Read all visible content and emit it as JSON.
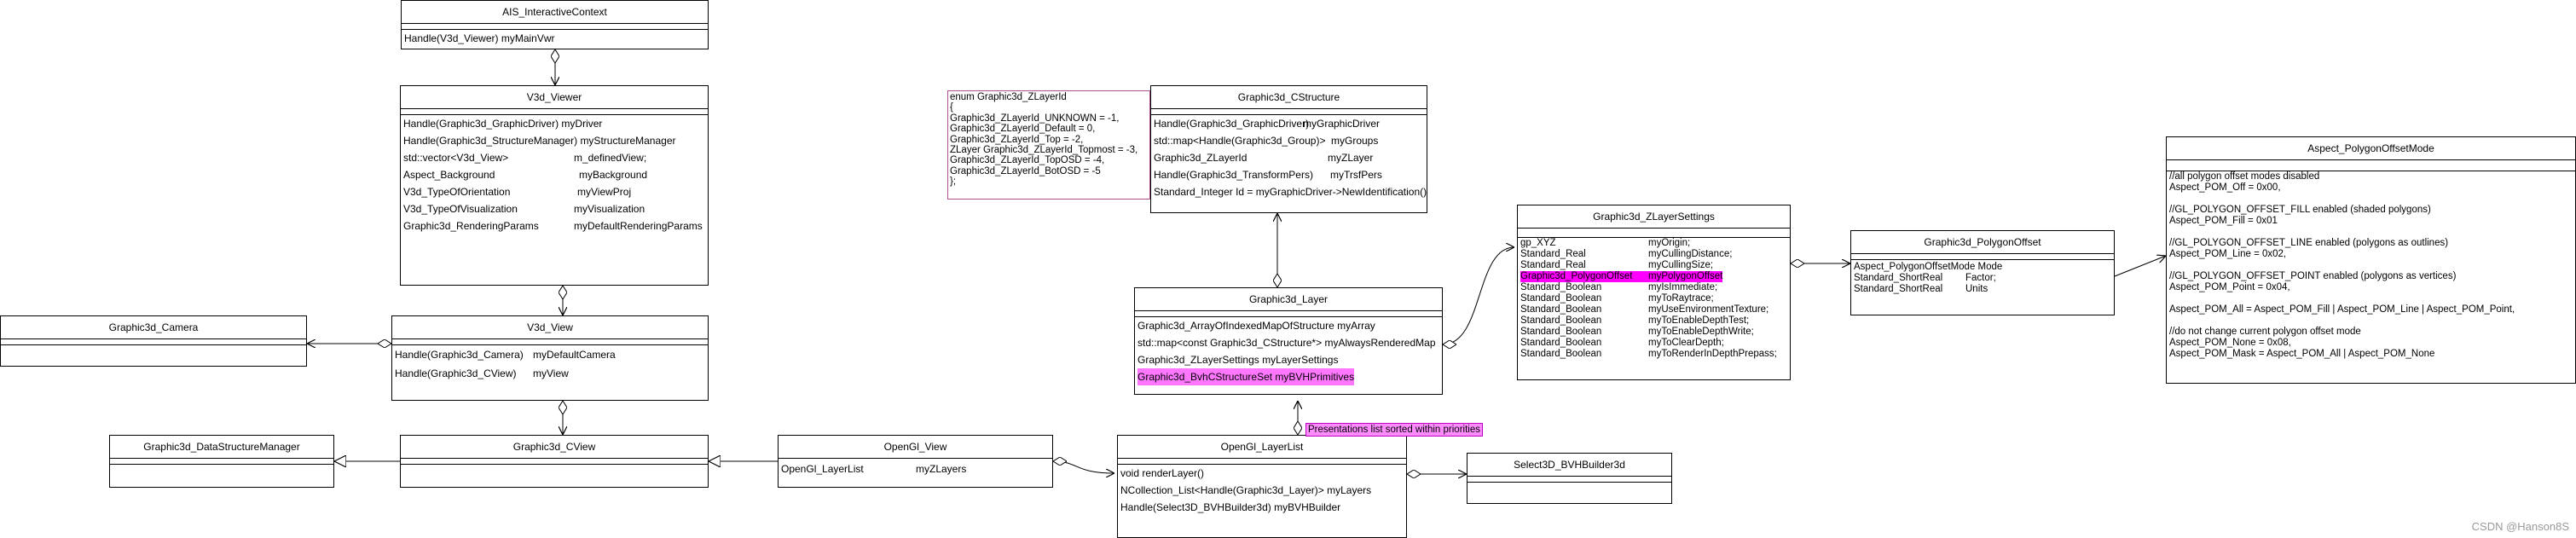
{
  "classes": {
    "ais_context": {
      "title": "AIS_InteractiveContext",
      "members": [
        "Handle(V3d_Viewer) myMainVwr"
      ]
    },
    "v3d_viewer": {
      "title": "V3d_Viewer",
      "members": [
        [
          "Handle(Graphic3d_GraphicDriver) myDriver",
          ""
        ],
        [
          "Handle(Graphic3d_StructureManager) myStructureManager",
          ""
        ],
        [
          "std::vector<V3d_View>",
          "m_definedView;"
        ],
        [
          "Aspect_Background",
          "myBackground"
        ],
        [
          "V3d_TypeOfOrientation",
          "myViewProj"
        ],
        [
          "V3d_TypeOfVisualization",
          "myVisualization"
        ],
        [
          " Graphic3d_RenderingParams",
          "myDefaultRenderingParams"
        ]
      ]
    },
    "graphic3d_camera": {
      "title": "Graphic3d_Camera"
    },
    "v3d_view": {
      "title": "V3d_View",
      "members": [
        [
          "Handle(Graphic3d_Camera)",
          "myDefaultCamera"
        ],
        [
          "Handle(Graphic3d_CView)",
          "myView"
        ]
      ]
    },
    "data_structure_manager": {
      "title": "Graphic3d_DataStructureManager"
    },
    "graphic3d_cview": {
      "title": "Graphic3d_CView"
    },
    "opengl_view": {
      "title": "OpenGl_View",
      "members": [
        [
          "OpenGl_LayerList",
          "myZLayers"
        ]
      ]
    },
    "opengl_layerlist": {
      "title": "OpenGl_LayerList",
      "members": [
        "void renderLayer()",
        "NCollection_List<Handle(Graphic3d_Layer)> myLayers",
        "Handle(Select3D_BVHBuilder3d) myBVHBuilder"
      ]
    },
    "bvh_builder": {
      "title": "Select3D_BVHBuilder3d"
    },
    "graphic3d_layer": {
      "title": "Graphic3d_Layer",
      "members": [
        "Graphic3d_ArrayOfIndexedMapOfStructure myArray",
        "std::map<const Graphic3d_CStructure*> myAlwaysRenderedMap",
        "Graphic3d_ZLayerSettings myLayerSettings",
        "Graphic3d_BvhCStructureSet myBVHPrimitives"
      ]
    },
    "graphic3d_cstructure": {
      "title": "Graphic3d_CStructure",
      "members": [
        [
          "Handle(Graphic3d_GraphicDriver)",
          "myGraphicDriver"
        ],
        [
          "std::map<Handle(Graphic3d_Group)>",
          "myGroups"
        ],
        [
          "Graphic3d_ZLayerId",
          "myZLayer"
        ],
        [
          "Handle(Graphic3d_TransformPers)",
          "myTrsfPers"
        ],
        [
          "Standard_Integer  Id = myGraphicDriver->NewIdentification()",
          ""
        ]
      ]
    },
    "zlayer_settings": {
      "title": "Graphic3d_ZLayerSettings",
      "members": [
        [
          "gp_XYZ",
          "myOrigin;"
        ],
        [
          "Standard_Real",
          "myCullingDistance;"
        ],
        [
          "Standard_Real",
          "myCullingSize;"
        ],
        [
          "Graphic3d_PolygonOffset",
          "myPolygonOffset"
        ],
        [
          "Standard_Boolean",
          "myIsImmediate;"
        ],
        [
          "Standard_Boolean",
          "myToRaytrace;"
        ],
        [
          "Standard_Boolean",
          "myUseEnvironmentTexture;"
        ],
        [
          "Standard_Boolean",
          "myToEnableDepthTest;"
        ],
        [
          "Standard_Boolean",
          "myToEnableDepthWrite;"
        ],
        [
          "Standard_Boolean",
          "myToClearDepth;"
        ],
        [
          "Standard_Boolean",
          "myToRenderInDepthPrepass;"
        ]
      ]
    },
    "polygon_offset": {
      "title": "Graphic3d_PolygonOffset",
      "members": [
        [
          "Aspect_PolygonOffsetMode Mode",
          ""
        ],
        [
          "Standard_ShortReal",
          "Factor;"
        ],
        [
          "Standard_ShortReal",
          "Units"
        ]
      ]
    },
    "polygon_offset_mode": {
      "title": "Aspect_PolygonOffsetMode",
      "members": [
        "//all polygon offset modes disabled",
        "Aspect_POM_Off   = 0x00,",
        "",
        "//GL_POLYGON_OFFSET_FILL  enabled (shaded polygons)",
        " Aspect_POM_Fill   = 0x01",
        "",
        "//GL_POLYGON_OFFSET_LINE enabled (polygons as outlines)",
        " Aspect_POM_Line  = 0x02,",
        "",
        "//GL_POLYGON_OFFSET_POINT enabled (polygons as vertices)",
        " Aspect_POM_Point = 0x04,",
        "",
        "Aspect_POM_All   = Aspect_POM_Fill | Aspect_POM_Line | Aspect_POM_Point,",
        "",
        "//do not change current polygon offset mode",
        "Aspect_POM_None  = 0x08,",
        " Aspect_POM_Mask  = Aspect_POM_All  | Aspect_POM_None"
      ]
    }
  },
  "enum_note": {
    "lines": [
      "enum Graphic3d_ZLayerId",
      "{",
      " Graphic3d_ZLayerId_UNKNOWN = -1,",
      " Graphic3d_ZLayerId_Default = 0,",
      " Graphic3d_ZLayerId_Top = -2,",
      " ZLayer Graphic3d_ZLayerId_Topmost = -3,",
      " Graphic3d_ZLayerId_TopOSD = -4,",
      " Graphic3d_ZLayerId_BotOSD = -5",
      "};"
    ]
  },
  "edge_label": "Presentations list sorted within priorities",
  "watermark": "CSDN @Hanson8S",
  "colors": {
    "highlight_pink": "#ff77ff",
    "highlight_magenta": "#ff00ff",
    "enum_border": "#b05090",
    "line": "#000000"
  }
}
